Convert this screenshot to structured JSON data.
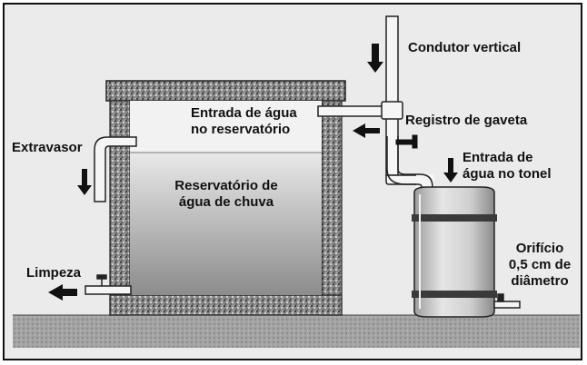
{
  "labels": {
    "condutor_vertical": "Condutor vertical",
    "entrada_reservatorio": [
      "Entrada de água",
      "no reservatório"
    ],
    "registro_gaveta": "Registro de gaveta",
    "extravasor": "Extravasor",
    "reservatorio": [
      "Reservatório de",
      "água de chuva"
    ],
    "entrada_tonel": [
      "Entrada de",
      "água no tonel"
    ],
    "limpeza": "Limpeza",
    "orificio": [
      "Orifício",
      "0,5 cm de",
      "diâmetro"
    ]
  },
  "icons": {
    "flow_arrow": "flow-arrow-icon",
    "valve": "valve-icon"
  },
  "colors": {
    "frame_bg": "#ebebeb",
    "ground": "#9a9a9a",
    "wall": "#6e6e6e",
    "water_top": "#e6e6e6",
    "water_bottom": "#8c8c8c",
    "barrel": "#d2d2d2",
    "ink": "#111111"
  }
}
